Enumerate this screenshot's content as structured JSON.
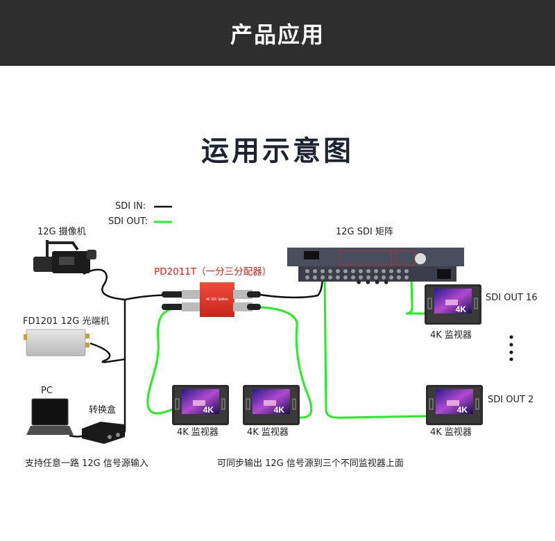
{
  "header": {
    "title": "产品应用"
  },
  "subtitle": "运用示意图",
  "legend": {
    "items": [
      {
        "label": "SDI IN:",
        "color": "#000000"
      },
      {
        "label": "SDI OUT:",
        "color": "#22ee22"
      }
    ]
  },
  "devices": {
    "camera": {
      "label": "12G 摄像机",
      "icon": "video-camera-icon"
    },
    "fiber": {
      "label": "FD1201 12G 光端机",
      "icon": "fiber-transceiver-icon"
    },
    "pc": {
      "label": "PC",
      "icon": "laptop-icon"
    },
    "converter": {
      "label": "转换盒",
      "icon": "converter-box-icon"
    },
    "splitter": {
      "label": "PD2011T（一分三分配器）",
      "icon": "sdi-splitter-icon",
      "color": "#e0211e"
    },
    "matrix": {
      "label": "12G SDI 矩阵",
      "icon": "sdi-matrix-icon"
    },
    "monitors": [
      {
        "label": "4K 监视器",
        "badge": "4K",
        "output": ""
      },
      {
        "label": "4K 监视器",
        "badge": "4K",
        "output": ""
      },
      {
        "label": "4K 监视器",
        "badge": "4K",
        "output": "SDI OUT 16"
      },
      {
        "label": "4K 监视器",
        "badge": "4K",
        "output": "SDI OUT 2"
      }
    ]
  },
  "captions": {
    "left": "支持任意一路 12G 信号源输入",
    "right": "可同步输出 12G 信号源到三个不同监视器上面"
  },
  "ellipsis": "••••"
}
